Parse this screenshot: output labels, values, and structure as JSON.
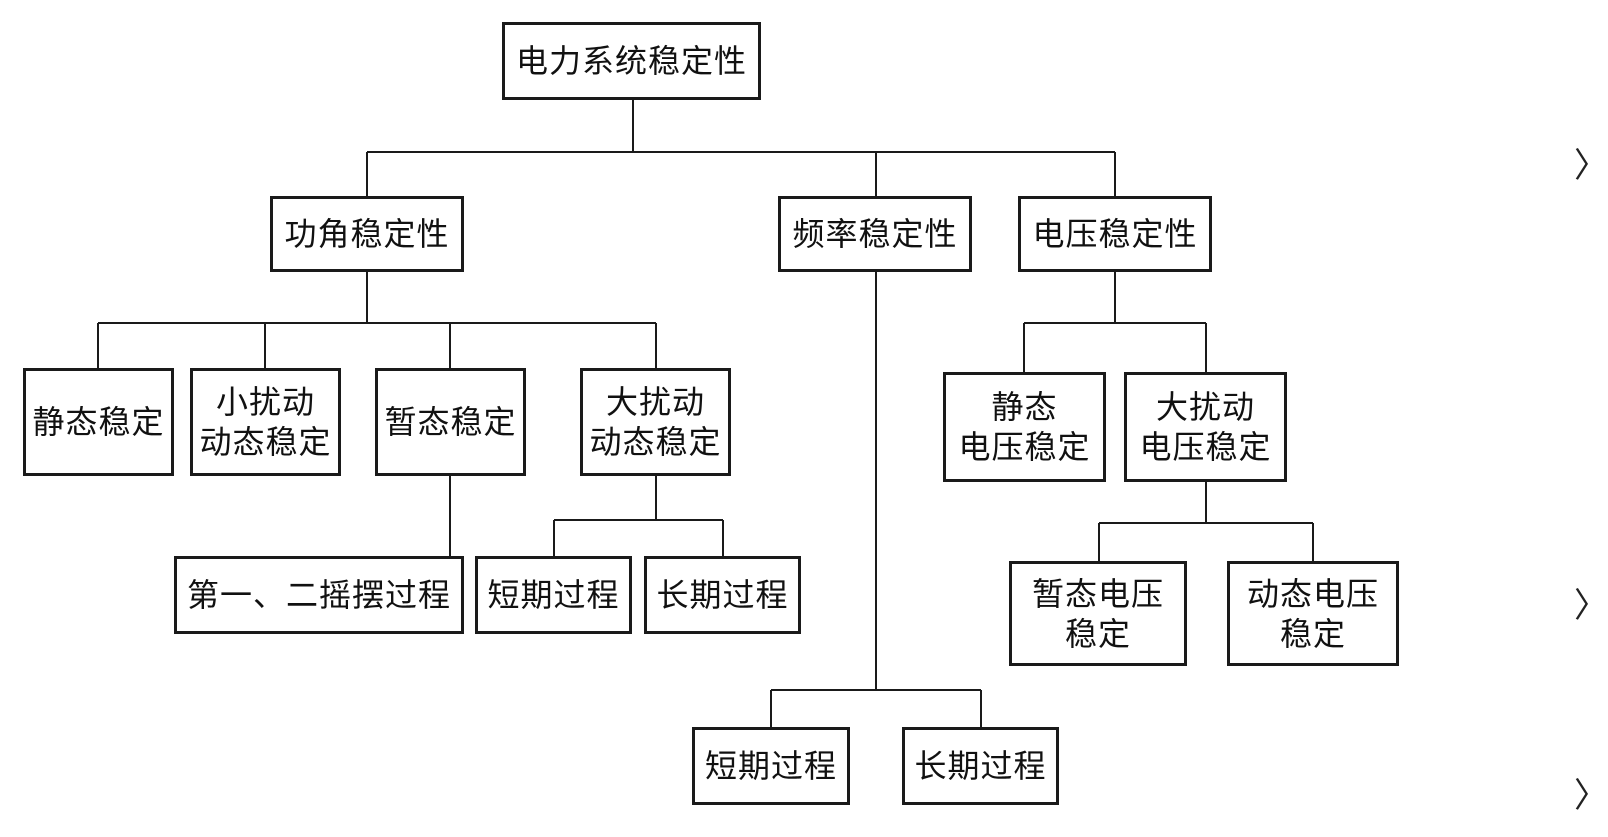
{
  "root": {
    "label": "电力系统稳定性"
  },
  "categories": {
    "angle": {
      "label": "功角稳定性"
    },
    "frequency": {
      "label": "频率稳定性"
    },
    "voltage": {
      "label": "电压稳定性"
    }
  },
  "angle_children": {
    "static": {
      "label": "静态稳定"
    },
    "small_dynamic": {
      "line1": "小扰动",
      "line2": "动态稳定"
    },
    "transient": {
      "label": "暂态稳定"
    },
    "large_dynamic": {
      "line1": "大扰动",
      "line2": "动态稳定"
    }
  },
  "transient_children": {
    "swing": {
      "label": "第一、二摇摆过程"
    }
  },
  "large_dynamic_children": {
    "short": {
      "label": "短期过程"
    },
    "long": {
      "label": "长期过程"
    }
  },
  "frequency_children": {
    "short": {
      "label": "短期过程"
    },
    "long": {
      "label": "长期过程"
    }
  },
  "voltage_children": {
    "static": {
      "line1": "静态",
      "line2": "电压稳定"
    },
    "large": {
      "line1": "大扰动",
      "line2": "电压稳定"
    }
  },
  "large_voltage_children": {
    "transient": {
      "line1": "暂态电压",
      "line2": "稳定"
    },
    "dynamic": {
      "line1": "动态电压",
      "line2": "稳定"
    }
  },
  "edge_marks": [
    "〉",
    "〉",
    "〉"
  ]
}
